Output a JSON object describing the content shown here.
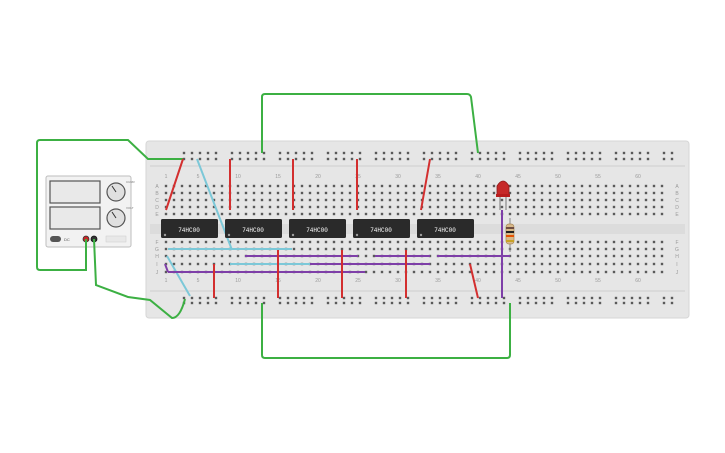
{
  "breadboard": {
    "column_numbers": [
      "1",
      "5",
      "10",
      "15",
      "20",
      "25",
      "30",
      "35",
      "40",
      "45",
      "50",
      "55",
      "60"
    ],
    "row_letters_top": [
      "A",
      "B",
      "C",
      "D",
      "E"
    ],
    "row_letters_bottom": [
      "F",
      "G",
      "H",
      "I",
      "J"
    ]
  },
  "chips": [
    {
      "label": "74HC00"
    },
    {
      "label": "74HC00"
    },
    {
      "label": "74HC00"
    },
    {
      "label": "74HC00"
    },
    {
      "label": "74HC00"
    }
  ],
  "power_supply": {
    "knob_labels": [
      "CURR",
      "VOLT"
    ],
    "panel_caption": "DC"
  },
  "colors": {
    "board": "#e8e8e8",
    "hole": "#555555",
    "chip": "#2a2a2a",
    "wire_red": "#d32f2f",
    "wire_green": "#3cb043",
    "wire_cyan": "#7cc8d8",
    "wire_purple": "#7e3fa8",
    "led": "#c62828"
  }
}
